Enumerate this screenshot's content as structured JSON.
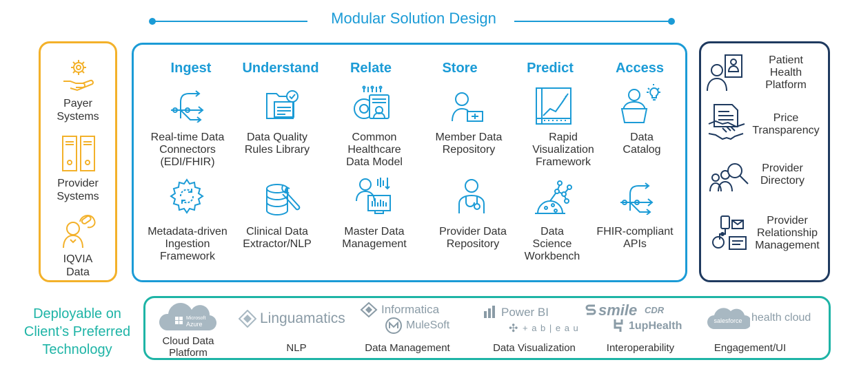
{
  "title": "Modular Solution Design",
  "sources": [
    {
      "label_lines": [
        "Payer",
        "Systems"
      ]
    },
    {
      "label_lines": [
        "Provider",
        "Systems"
      ]
    },
    {
      "label_lines": [
        "IQVIA",
        "Data"
      ]
    }
  ],
  "columns": [
    {
      "header": "Ingest",
      "top_caption": [
        "Real-time Data",
        "Connectors",
        "(EDI/FHIR)"
      ],
      "bottom_caption": [
        "Metadata-driven",
        "Ingestion",
        "Framework"
      ]
    },
    {
      "header": "Understand",
      "top_caption": [
        "Data Quality",
        "Rules Library"
      ],
      "bottom_caption": [
        "Clinical Data",
        "Extractor/NLP"
      ]
    },
    {
      "header": "Relate",
      "top_caption": [
        "Common",
        "Healthcare",
        "Data Model"
      ],
      "bottom_caption": [
        "Master Data",
        "Management"
      ]
    },
    {
      "header": "Store",
      "top_caption": [
        "Member Data",
        "Repository"
      ],
      "bottom_caption": [
        "Provider Data",
        "Repository"
      ]
    },
    {
      "header": "Predict",
      "top_caption": [
        "Rapid",
        "Visualization",
        "Framework"
      ],
      "bottom_caption": [
        "Data",
        "Science",
        "Workbench"
      ]
    },
    {
      "header": "Access",
      "top_caption": [
        "Data",
        "Catalog"
      ],
      "bottom_caption": [
        "FHIR-compliant",
        "APIs"
      ]
    }
  ],
  "apps": [
    {
      "label_lines": [
        "Patient",
        "Health",
        "Platform"
      ]
    },
    {
      "label_lines": [
        "Price",
        "Transparency"
      ]
    },
    {
      "label_lines": [
        "Provider",
        "Directory"
      ]
    },
    {
      "label_lines": [
        "Provider",
        "Relationship",
        "Management"
      ]
    }
  ],
  "deploy_lines": [
    "Deployable on",
    "Client’s Preferred",
    "Technology"
  ],
  "tech": [
    {
      "caption_lines": [
        "Cloud Data",
        "Platform"
      ],
      "logos": [
        "Microsoft",
        "Azure"
      ]
    },
    {
      "caption_lines": [
        "NLP"
      ],
      "logos": [
        "Linguamatics"
      ]
    },
    {
      "caption_lines": [
        "Data Management"
      ],
      "logos": [
        "Informatica",
        "MuleSoft"
      ]
    },
    {
      "caption_lines": [
        "Data Visualization"
      ],
      "logos": [
        "Power BI",
        "+ a b | e a u"
      ]
    },
    {
      "caption_lines": [
        "Interoperability"
      ],
      "logos": [
        "smile",
        "CDR",
        "1upHealth"
      ]
    },
    {
      "caption_lines": [
        "Engagement/UI"
      ],
      "logos": [
        "salesforce",
        "health cloud"
      ]
    }
  ],
  "colors": {
    "blue": "#1b9bd6",
    "orange": "#f3b12a",
    "navy": "#1f3a5f",
    "teal": "#1eb4a6"
  }
}
